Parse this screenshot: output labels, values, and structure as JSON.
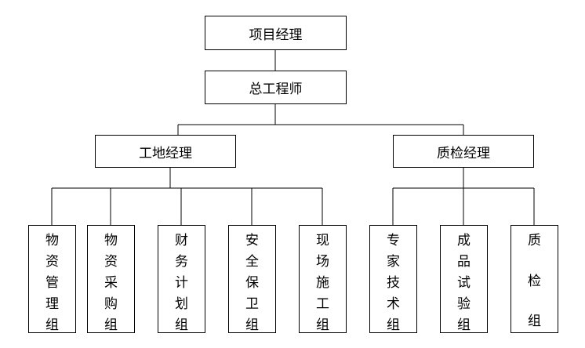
{
  "top": {
    "label": "项目经理"
  },
  "second": {
    "label": "总工程师"
  },
  "managers": {
    "site": {
      "label": "工地经理"
    },
    "quality": {
      "label": "质检经理"
    }
  },
  "groups": {
    "g1": {
      "chars": [
        "物",
        "资",
        "管",
        "理",
        "组"
      ]
    },
    "g2": {
      "chars": [
        "物",
        "资",
        "采",
        "购",
        "组"
      ]
    },
    "g3": {
      "chars": [
        "财",
        "务",
        "计",
        "划",
        "组"
      ]
    },
    "g4": {
      "chars": [
        "安",
        "全",
        "保",
        "卫",
        "组"
      ]
    },
    "g5": {
      "chars": [
        "现",
        "场",
        "施",
        "工",
        "组"
      ]
    },
    "g6": {
      "chars": [
        "专",
        "家",
        "技",
        "术",
        "组"
      ]
    },
    "g7": {
      "chars": [
        "成",
        "品",
        "试",
        "验",
        "组"
      ]
    },
    "g8": {
      "chars": [
        "质",
        "",
        "检",
        "",
        "组"
      ]
    }
  }
}
